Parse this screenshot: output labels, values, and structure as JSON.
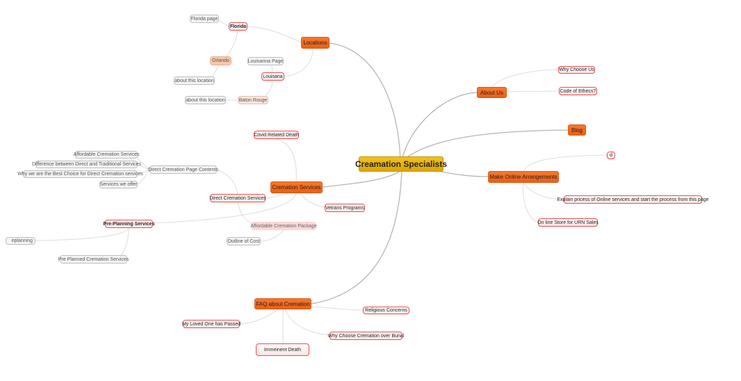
{
  "root": "Creamation Specialists",
  "locations": {
    "label": "Locations",
    "florida": "Florida",
    "florida_page": "Florida page",
    "orlando": "Orlando",
    "orlando_about": "about this location",
    "louisiana": "Louisana",
    "louisiana_page": "Louisanna Page",
    "baton_rouge": "Baton Rouge",
    "baton_about": "about this location"
  },
  "about": {
    "label": "About  Us",
    "why": "Why Choose Us",
    "ethics": "Code of Ethecs?"
  },
  "blog": {
    "label": "Blog"
  },
  "online": {
    "label": "Make Online Arrangements",
    "d": "d",
    "explain": "Explain pricess of Online services and start the process from this page",
    "store": "On line Store for URN Sales"
  },
  "services": {
    "label": "Cremation Services",
    "covid": "Covid Related Death",
    "direct": "Direct Cremation Services",
    "vetrans": "Vetrans Programs",
    "package": "Affordable Cremation Package",
    "outline": "Outline of Cost",
    "page_contents": "Direct Cremation Page Contents",
    "affordable": "Affordable Cremation Services",
    "difference": "Difference  between Direct and Traditional Services",
    "why_best": "Why we are the Best Choice for Direct Cremation services",
    "offer": "Services we offer",
    "preplanning": "Pre-Planning Services",
    "eplanning": "eplanning",
    "preplanned": "Pre Planned Cremation Services"
  },
  "faq": {
    "label": "FAQ about Cremation",
    "religious": "Religious Concerns",
    "loved": "My Loved One has Passed",
    "why_burial": "Why Choose Cremation over Burial",
    "imminent": "Immeinent Death"
  }
}
